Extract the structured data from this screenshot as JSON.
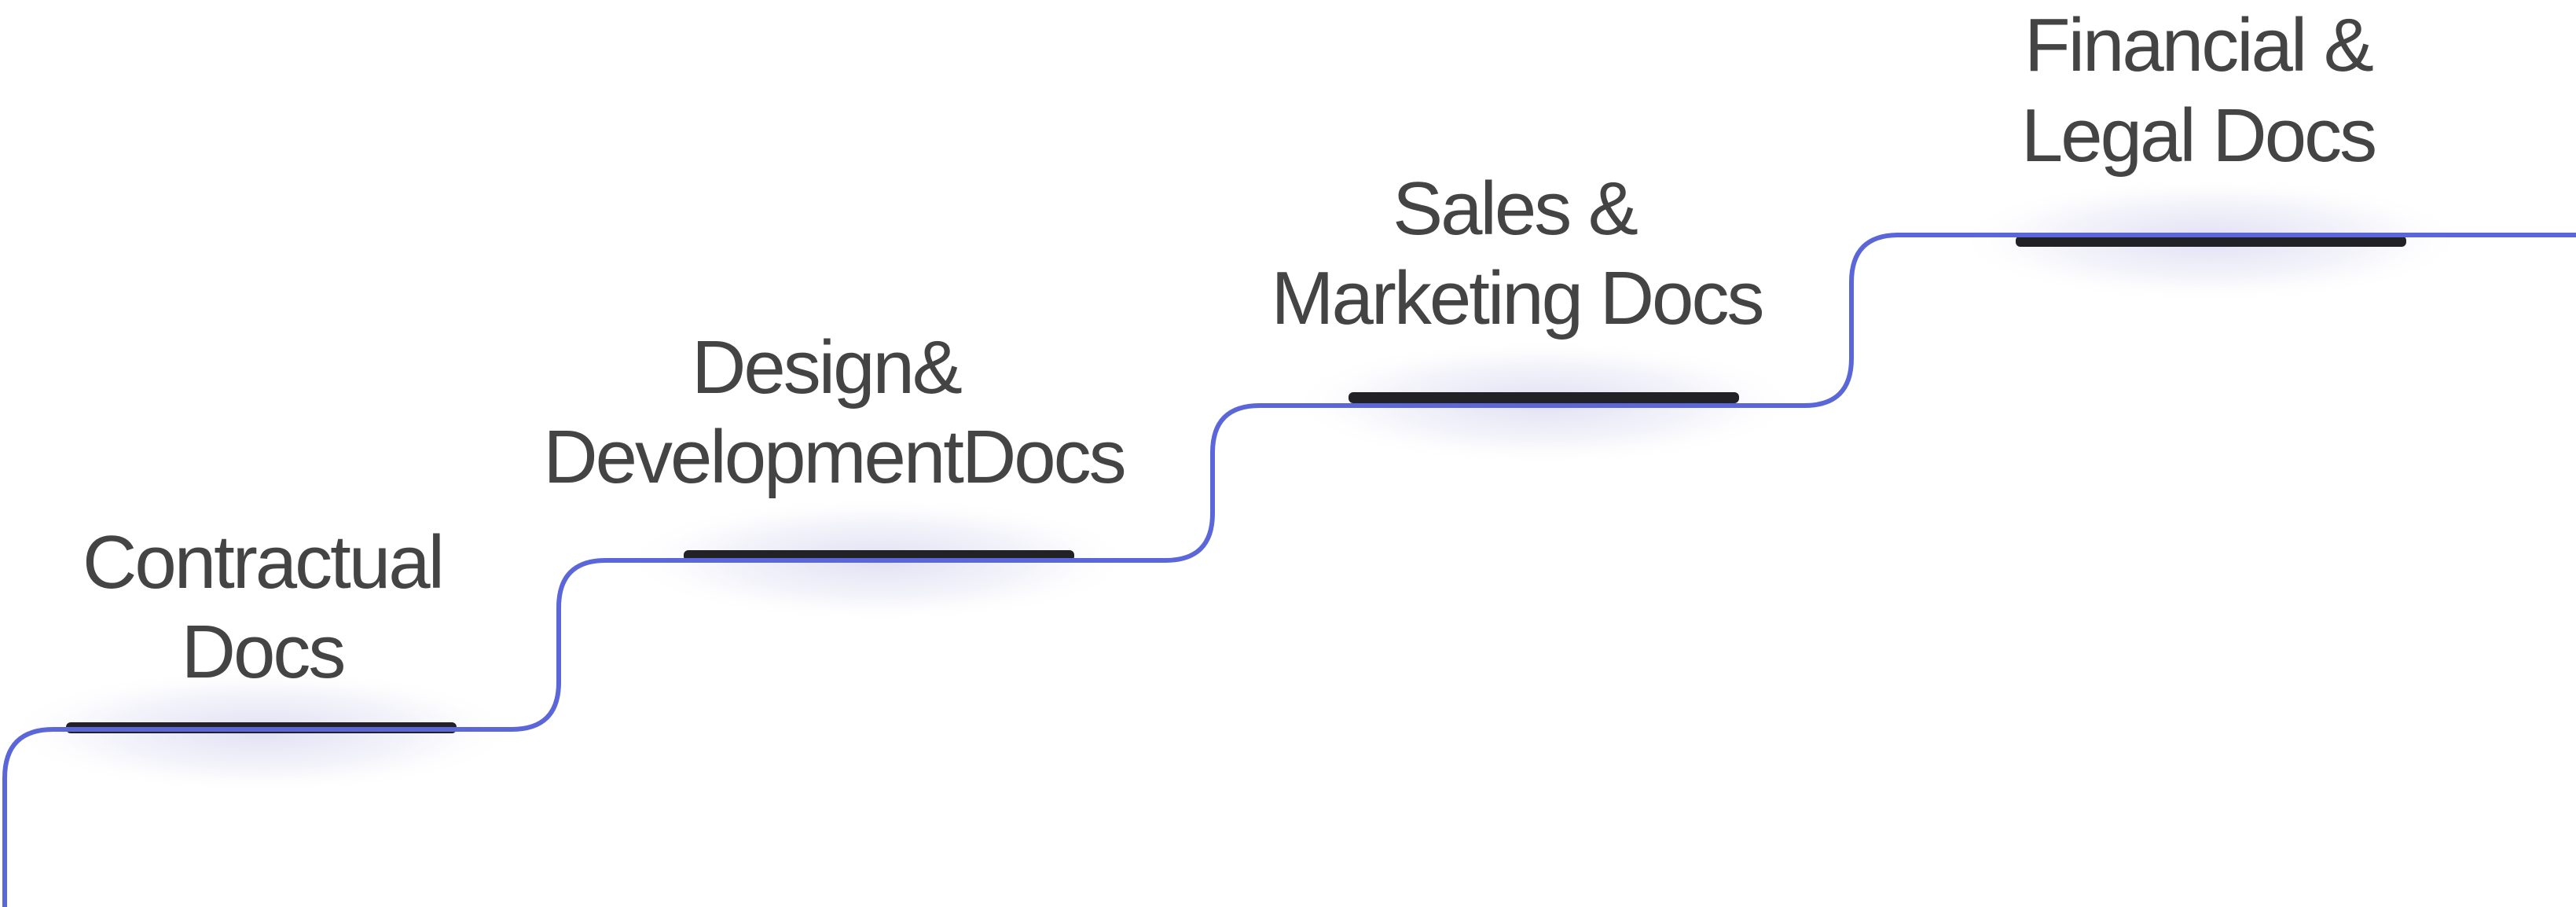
{
  "colors": {
    "path": "#5b67d8",
    "bar": "#222226",
    "text": "#444444",
    "glow": "#dcdcf2"
  },
  "steps": [
    {
      "line1": "Contractual",
      "line2": "Docs"
    },
    {
      "line1": "Design&",
      "line2": "DevelopmentDocs"
    },
    {
      "line1": "Sales &",
      "line2": "Marketing Docs"
    },
    {
      "line1": "Financial &",
      "line2": "Legal Docs"
    }
  ]
}
